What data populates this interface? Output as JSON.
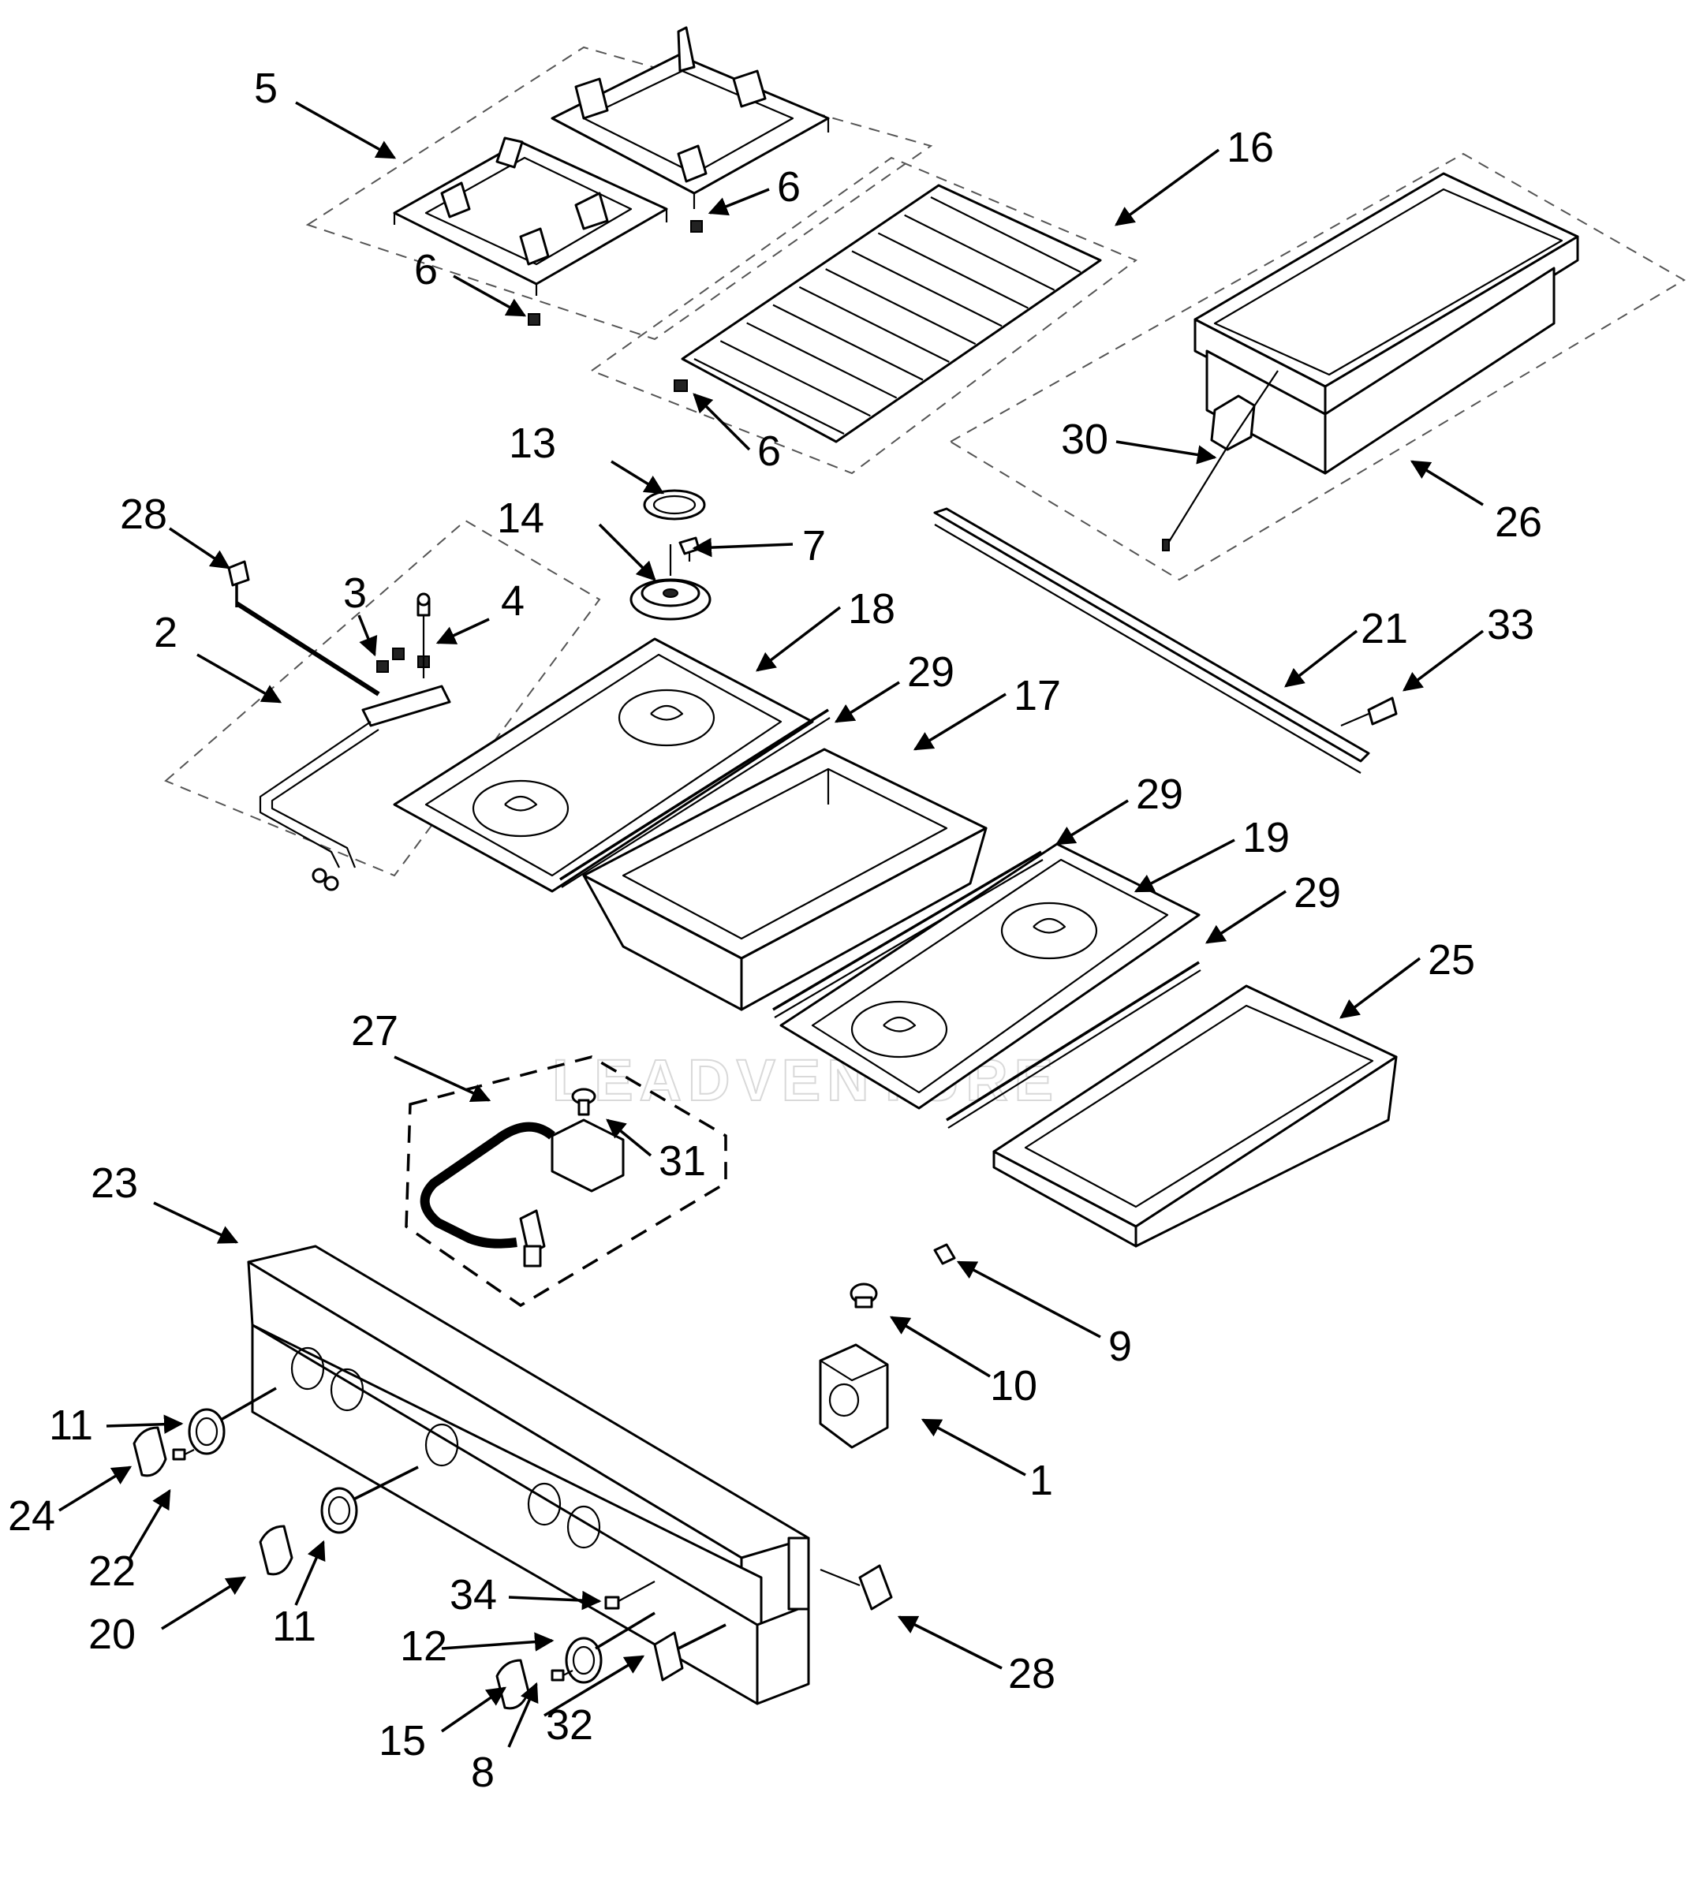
{
  "watermark": "LEADVENTURE",
  "callouts": {
    "c1": "1",
    "c2": "2",
    "c3": "3",
    "c4": "4",
    "c5": "5",
    "c6a": "6",
    "c6b": "6",
    "c6c": "6",
    "c7": "7",
    "c8": "8",
    "c9": "9",
    "c10": "10",
    "c11a": "11",
    "c11b": "11",
    "c12": "12",
    "c13": "13",
    "c14": "14",
    "c15": "15",
    "c16": "16",
    "c17": "17",
    "c18": "18",
    "c19": "19",
    "c20": "20",
    "c21": "21",
    "c22": "22",
    "c23": "23",
    "c24": "24",
    "c25": "25",
    "c26": "26",
    "c27": "27",
    "c28a": "28",
    "c28b": "28",
    "c29a": "29",
    "c29b": "29",
    "c29c": "29",
    "c30": "30",
    "c31": "31",
    "c32": "32",
    "c33": "33",
    "c34": "34"
  }
}
